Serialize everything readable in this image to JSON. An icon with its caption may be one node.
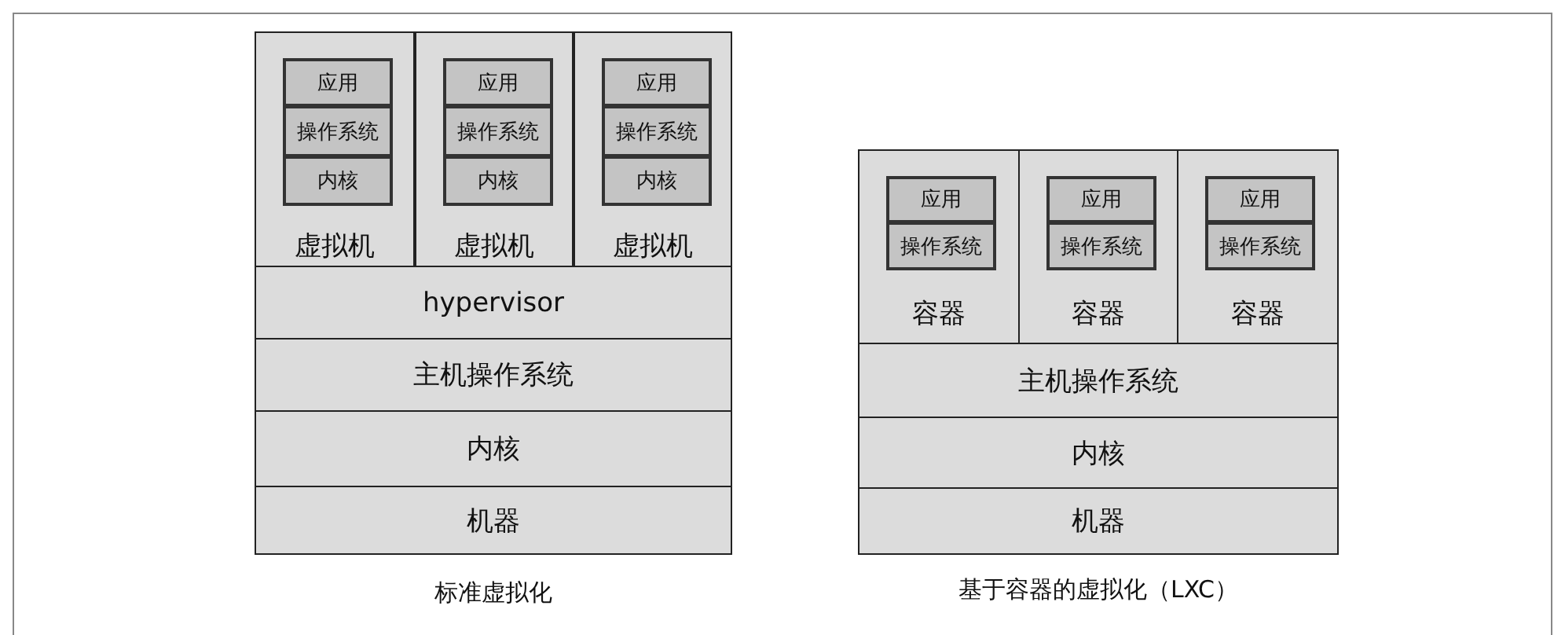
{
  "diagram": {
    "nodes": [
      {
        "text": [
          "标准虚拟化"
        ]
      },
      {
        "text": [
          "虚拟机"
        ],
        "in": 0
      },
      {
        "text": [
          "应用"
        ],
        "in": 1
      },
      {
        "text": [
          "操作系统"
        ],
        "in": 1
      },
      {
        "text": [
          "内核"
        ],
        "in": 1
      },
      {
        "text": [
          "虚拟机"
        ],
        "in": 0
      },
      {
        "text": [
          "应用"
        ],
        "in": 5
      },
      {
        "text": [
          "操作系统"
        ],
        "in": 5
      },
      {
        "text": [
          "内核"
        ],
        "in": 5
      },
      {
        "text": [
          "虚拟机"
        ],
        "in": 0
      },
      {
        "text": [
          "应用"
        ],
        "in": 9
      },
      {
        "text": [
          "操作系统"
        ],
        "in": 9
      },
      {
        "text": [
          "内核"
        ],
        "in": 9
      },
      {
        "text": [
          "hypervisor"
        ],
        "in": 0
      },
      {
        "text": [
          "主机操作系统"
        ],
        "in": 0
      },
      {
        "text": [
          "内核"
        ],
        "in": 0
      },
      {
        "text": [
          "机器"
        ],
        "in": 0
      },
      {
        "text": [
          "基于容器的虚拟化（LXC）"
        ]
      },
      {
        "text": [
          "容器"
        ],
        "in": 17
      },
      {
        "text": [
          "应用"
        ],
        "in": 18
      },
      {
        "text": [
          "操作系统"
        ],
        "in": 18
      },
      {
        "text": [
          "容器"
        ],
        "in": 17
      },
      {
        "text": [
          "应用"
        ],
        "in": 21
      },
      {
        "text": [
          "操作系统"
        ],
        "in": 21
      },
      {
        "text": [
          "容器"
        ],
        "in": 17
      },
      {
        "text": [
          "应用"
        ],
        "in": 24
      },
      {
        "text": [
          "操作系统"
        ],
        "in": 24
      },
      {
        "text": [
          "主机操作系统"
        ],
        "in": 17
      },
      {
        "text": [
          "内核"
        ],
        "in": 17
      },
      {
        "text": [
          "机器"
        ],
        "in": 17
      }
    ]
  }
}
